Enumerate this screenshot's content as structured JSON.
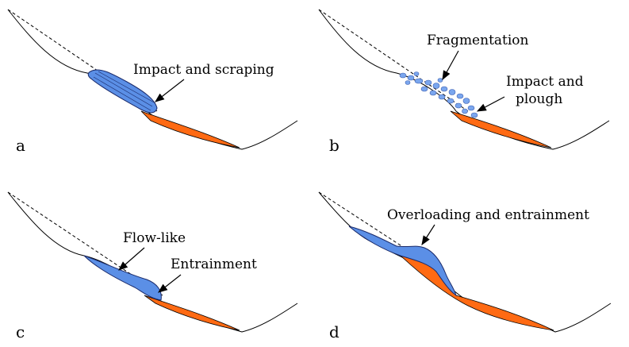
{
  "panels": [
    {
      "letter": "a",
      "labels": [
        "Impact and scraping"
      ]
    },
    {
      "letter": "b",
      "labels": [
        "Fragmentation",
        "Impact and",
        "plough"
      ]
    },
    {
      "letter": "c",
      "labels": [
        "Flow-like",
        "Entrainment"
      ]
    },
    {
      "letter": "d",
      "labels": [
        "Overloading and entrainment"
      ]
    }
  ],
  "colors": {
    "deposit": "#ff6a13",
    "slide_mass": "#5b8fe6",
    "outline": "#000000"
  }
}
